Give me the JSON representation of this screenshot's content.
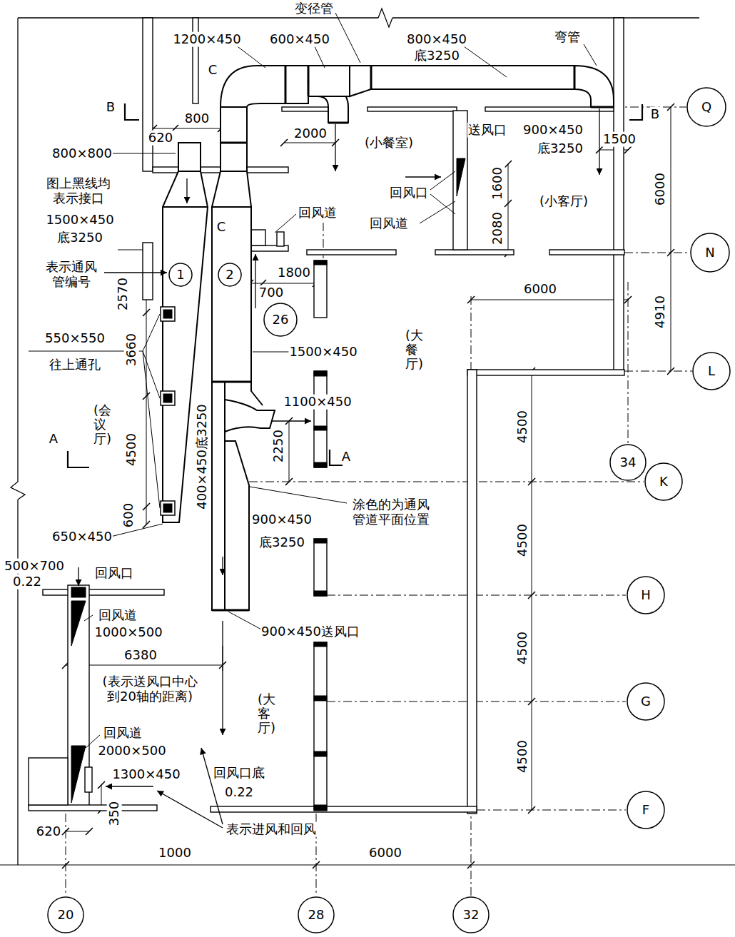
{
  "diagram": {
    "nodes": [
      {
        "text": [
          "Q"
        ]
      },
      {
        "text": [
          "1"
        ]
      },
      {
        "text": [
          "2"
        ]
      },
      {
        "text": [
          "N"
        ]
      },
      {
        "text": [
          "26"
        ]
      },
      {
        "text": [
          "L"
        ]
      },
      {
        "text": [
          "34"
        ]
      },
      {
        "text": [
          "K"
        ]
      },
      {
        "text": [
          "H"
        ]
      },
      {
        "text": [
          "G"
        ]
      },
      {
        "text": [
          "F"
        ]
      },
      {
        "text": [
          "20"
        ]
      },
      {
        "text": [
          "28"
        ]
      },
      {
        "text": [
          "32"
        ]
      }
    ],
    "labels": [
      "变径管",
      "1200×450",
      "600×450",
      "800×450",
      "底3250",
      "弯管",
      "C",
      "B",
      "B",
      "620",
      "800",
      "800×800",
      "图上黑线均 表示接口",
      "1500×450",
      "底3250",
      "C",
      "表示通风 管编号",
      "2570",
      "3660",
      "550×550",
      "往上通孔",
      "(会议厅)",
      "4500",
      "A",
      "600",
      "650×450",
      "2000",
      "(小餐室)",
      "送风口",
      "900×450",
      "底3250",
      "1500",
      "回风口",
      "回风道",
      "1600",
      "2080",
      "(小客厅)",
      "6000",
      "回风道",
      "1800",
      "700",
      "6000",
      "4910",
      "1500×450",
      "(大餐厅)",
      "1100×450",
      "2250",
      "A",
      "400×450底3250",
      "4500",
      "涂色的为通风 管道平面位置",
      "900×450",
      "底3250",
      "4500",
      "500×700",
      "0.22",
      "回风口",
      "回风道",
      "1000×500",
      "900×450送风口",
      "4500",
      "6380",
      "(表示送风口中心到20轴的距离)",
      "(大客厅)",
      "回风道",
      "2000×500",
      "4500",
      "1300×450",
      "回风口底",
      "0.22",
      "350",
      "620",
      "表示进风和回风",
      "1000",
      "6000"
    ]
  }
}
